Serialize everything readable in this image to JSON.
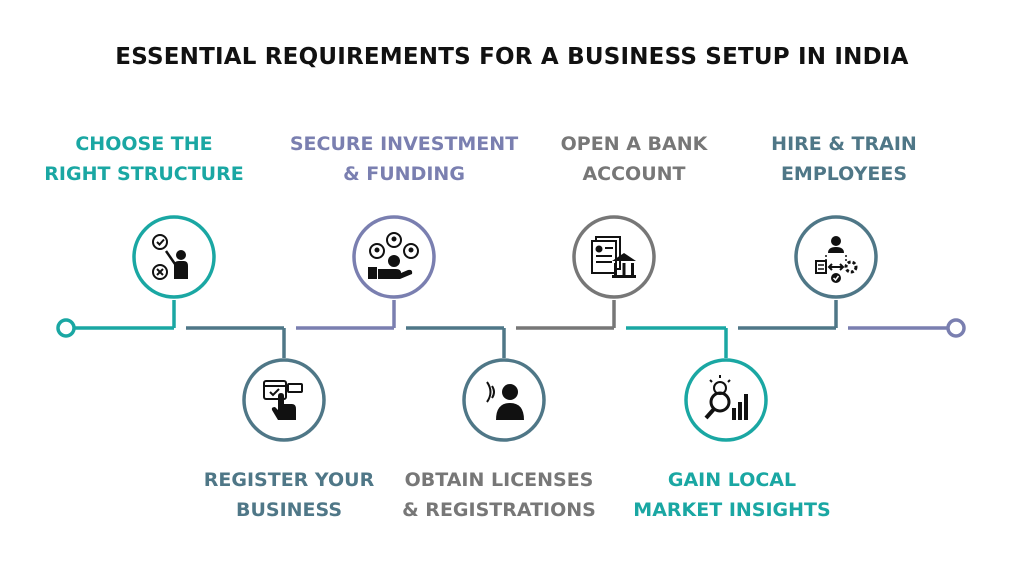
{
  "title": "ESSENTIAL REQUIREMENTS FOR A BUSINESS SETUP IN INDIA",
  "colors": {
    "teal": "#1aa7a3",
    "slate": "#4f7787",
    "lavender": "#7a7fb0",
    "gray": "#777777",
    "icon": "#111111"
  },
  "steps": [
    {
      "line1": "CHOOSE THE",
      "line2": "RIGHT STRUCTURE",
      "color": "#1aa7a3",
      "position": "top",
      "icon": "decision-person-icon"
    },
    {
      "line1": "REGISTER YOUR",
      "line2": "BUSINESS",
      "color": "#4f7787",
      "position": "bottom",
      "icon": "calendar-touch-icon"
    },
    {
      "line1": "SECURE INVESTMENT",
      "line2": "& FUNDING",
      "color": "#7a7fb0",
      "position": "top",
      "icon": "investment-hand-icon"
    },
    {
      "line1": "OBTAIN LICENSES",
      "line2": "& REGISTRATIONS",
      "color": "#777777",
      "position": "bottom",
      "icon": "person-signal-icon"
    },
    {
      "line1": "OPEN A BANK",
      "line2": "ACCOUNT",
      "color": "#777777",
      "position": "top",
      "icon": "bank-document-icon"
    },
    {
      "line1": "GAIN LOCAL",
      "line2": "MARKET INSIGHTS",
      "color": "#1aa7a3",
      "position": "bottom",
      "icon": "market-insight-icon"
    },
    {
      "line1": "HIRE & TRAIN",
      "line2": "EMPLOYEES",
      "color": "#4f7787",
      "position": "top",
      "icon": "training-process-icon"
    }
  ]
}
